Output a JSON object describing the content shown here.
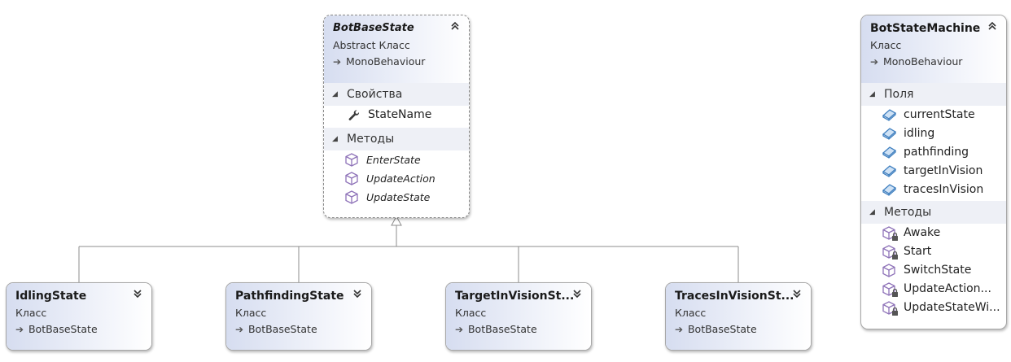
{
  "base_class": {
    "name": "BotBaseState",
    "kind": "Abstract Класс",
    "base": "MonoBehaviour",
    "sections": [
      {
        "title": "Свойства",
        "members": [
          {
            "name": "StateName",
            "icon": "wrench-icon"
          }
        ]
      },
      {
        "title": "Методы",
        "members": [
          {
            "name": "EnterState",
            "icon": "method-icon"
          },
          {
            "name": "UpdateAction",
            "icon": "method-icon"
          },
          {
            "name": "UpdateState",
            "icon": "method-icon"
          }
        ]
      }
    ]
  },
  "derived_classes": [
    {
      "name": "IdlingState",
      "kind": "Класс",
      "base": "BotBaseState"
    },
    {
      "name": "PathfindingState",
      "kind": "Класс",
      "base": "BotBaseState"
    },
    {
      "name": "TargetInVisionSt...",
      "kind": "Класс",
      "base": "BotBaseState"
    },
    {
      "name": "TracesInVisionSt...",
      "kind": "Класс",
      "base": "BotBaseState"
    }
  ],
  "state_machine": {
    "name": "BotStateMachine",
    "kind": "Класс",
    "base": "MonoBehaviour",
    "sections": [
      {
        "title": "Поля",
        "members": [
          {
            "name": "currentState",
            "icon": "field-icon"
          },
          {
            "name": "idling",
            "icon": "field-icon"
          },
          {
            "name": "pathfinding",
            "icon": "field-icon"
          },
          {
            "name": "targetInVision",
            "icon": "field-icon"
          },
          {
            "name": "tracesInVision",
            "icon": "field-icon"
          }
        ]
      },
      {
        "title": "Методы",
        "members": [
          {
            "name": "Awake",
            "icon": "private-method-icon"
          },
          {
            "name": "Start",
            "icon": "private-method-icon"
          },
          {
            "name": "SwitchState",
            "icon": "method-icon"
          },
          {
            "name": "UpdateAction...",
            "icon": "private-method-icon"
          },
          {
            "name": "UpdateStateWi...",
            "icon": "private-method-icon"
          }
        ]
      }
    ]
  },
  "colors": {
    "header_gradient_start": "#d6ddf0",
    "section_background": "#eef0f6",
    "connector": "#8c8c8c",
    "method_icon": "#8e72b8",
    "field_icon": "#3f7fbf"
  }
}
